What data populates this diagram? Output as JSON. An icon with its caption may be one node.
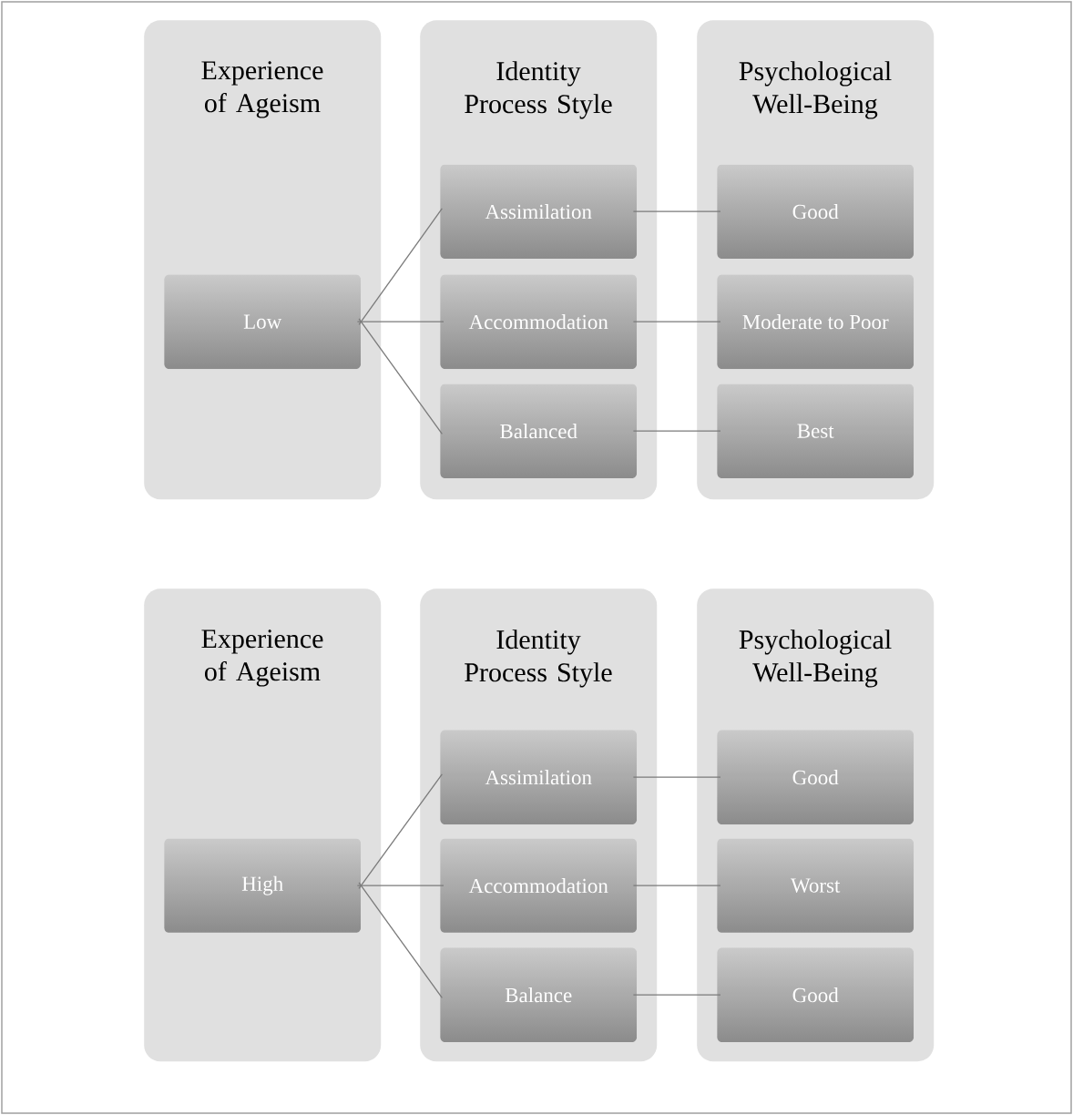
{
  "diagram": {
    "nodes": [
      {
        "text": [
          "Experience of Ageism"
        ]
      },
      {
        "text": [
          "Low"
        ],
        "in": 0
      },
      {
        "text": [
          "Identity Process Style"
        ]
      },
      {
        "text": [
          "Assimilation"
        ],
        "in": 2
      },
      {
        "text": [
          "Accommodation"
        ],
        "in": 2
      },
      {
        "text": [
          "Balanced"
        ],
        "in": 2
      },
      {
        "text": [
          "Psychological Well-Being"
        ]
      },
      {
        "text": [
          "Good"
        ],
        "in": 6
      },
      {
        "text": [
          "Moderate to Poor"
        ],
        "in": 6
      },
      {
        "text": [
          "Best"
        ],
        "in": 6
      },
      {
        "text": [
          "Experience of Ageism"
        ]
      },
      {
        "text": [
          "High"
        ],
        "in": 10
      },
      {
        "text": [
          "Identity Process Style"
        ]
      },
      {
        "text": [
          "Assimilation"
        ],
        "in": 12
      },
      {
        "text": [
          "Accommodation"
        ],
        "in": 12
      },
      {
        "text": [
          "Balance"
        ],
        "in": 12
      },
      {
        "text": [
          "Psychological Well-Being"
        ]
      },
      {
        "text": [
          "Good"
        ],
        "in": 16
      },
      {
        "text": [
          "Worst"
        ],
        "in": 16
      },
      {
        "text": [
          "Good"
        ],
        "in": 16
      }
    ],
    "edges": [
      {
        "from": 1,
        "to": 3,
        "arrow": "none"
      },
      {
        "from": 1,
        "to": 4,
        "arrow": "none"
      },
      {
        "from": 1,
        "to": 5,
        "arrow": "none"
      },
      {
        "from": 3,
        "to": 7,
        "arrow": "none"
      },
      {
        "from": 4,
        "to": 8,
        "arrow": "none"
      },
      {
        "from": 5,
        "to": 9,
        "arrow": "none"
      },
      {
        "from": 11,
        "to": 13,
        "arrow": "none"
      },
      {
        "from": 11,
        "to": 14,
        "arrow": "none"
      },
      {
        "from": 11,
        "to": 15,
        "arrow": "none"
      },
      {
        "from": 13,
        "to": 17,
        "arrow": "none"
      },
      {
        "from": 14,
        "to": 18,
        "arrow": "none"
      },
      {
        "from": 15,
        "to": 19,
        "arrow": "none"
      }
    ]
  }
}
